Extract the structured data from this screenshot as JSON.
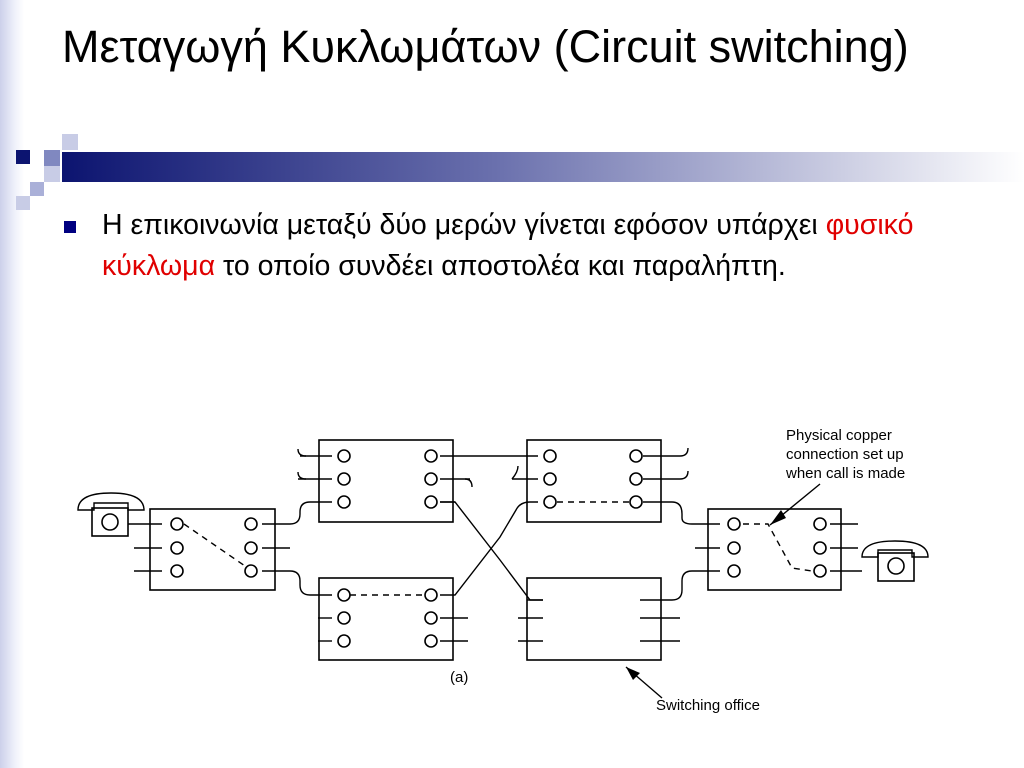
{
  "slide": {
    "title": "Μεταγωγή Κυκλωμάτων (Circuit switching)",
    "bullet": {
      "before": "Η επικοινωνία μεταξύ δύο μερών γίνεται εφόσον υπάρχει ",
      "highlight": "φυσικό κύκλωμα",
      "after": " το οποίο συνδέει αποστολέα και παραλήπτη."
    },
    "colors": {
      "accent": "#000080",
      "highlight": "#e00000",
      "stripe": "#ccd0ea"
    }
  },
  "diagram": {
    "callout_lines": [
      "Physical copper",
      "connection set up",
      "when call is made"
    ],
    "caption": "(a)",
    "office_label": "Switching office"
  }
}
